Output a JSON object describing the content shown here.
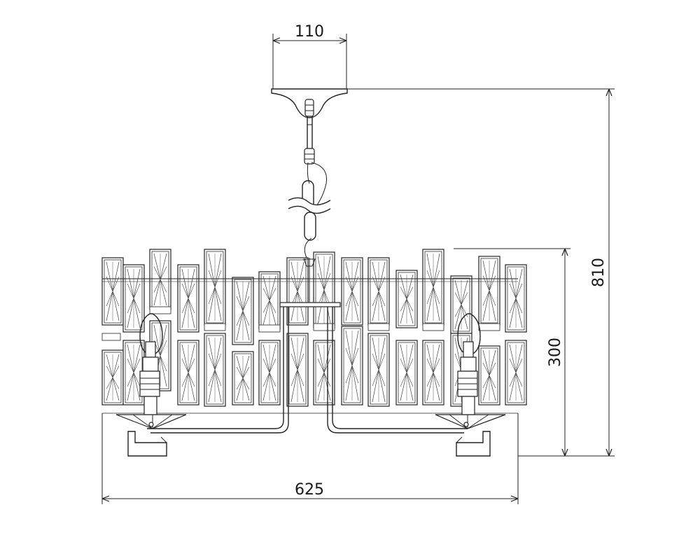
{
  "dimensions": {
    "canopy_width": "110",
    "total_height": "810",
    "body_height": "300",
    "body_width": "625"
  }
}
